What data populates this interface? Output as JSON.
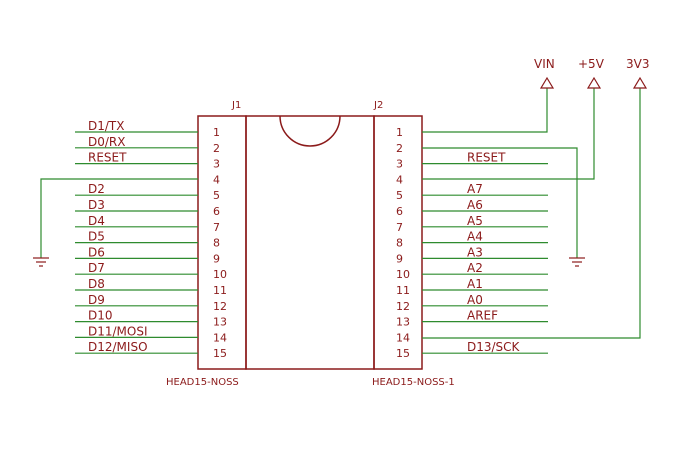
{
  "colors": {
    "part": "#8b1a1a",
    "net": "#2e8b2e",
    "text": "#8b1a1a"
  },
  "j1": {
    "ref": "J1",
    "value": "HEAD15-NOSS",
    "pins": [
      "1",
      "2",
      "3",
      "4",
      "5",
      "6",
      "7",
      "8",
      "9",
      "10",
      "11",
      "12",
      "13",
      "14",
      "15"
    ]
  },
  "j2": {
    "ref": "J2",
    "value": "HEAD15-NOSS-1",
    "pins": [
      "1",
      "2",
      "3",
      "4",
      "5",
      "6",
      "7",
      "8",
      "9",
      "10",
      "11",
      "12",
      "13",
      "14",
      "15"
    ]
  },
  "left_nets": [
    "D1/TX",
    "D0/RX",
    "RESET",
    "",
    "D2",
    "D3",
    "D4",
    "D5",
    "D6",
    "D7",
    "D8",
    "D9",
    "D10",
    "D11/MOSI",
    "D12/MISO"
  ],
  "right_nets": [
    "",
    "",
    "RESET",
    "",
    "A7",
    "A6",
    "A5",
    "A4",
    "A3",
    "A2",
    "A1",
    "A0",
    "AREF",
    "",
    "D13/SCK"
  ],
  "power": {
    "vin": "VIN",
    "v5": "+5V",
    "v3": "3V3"
  }
}
